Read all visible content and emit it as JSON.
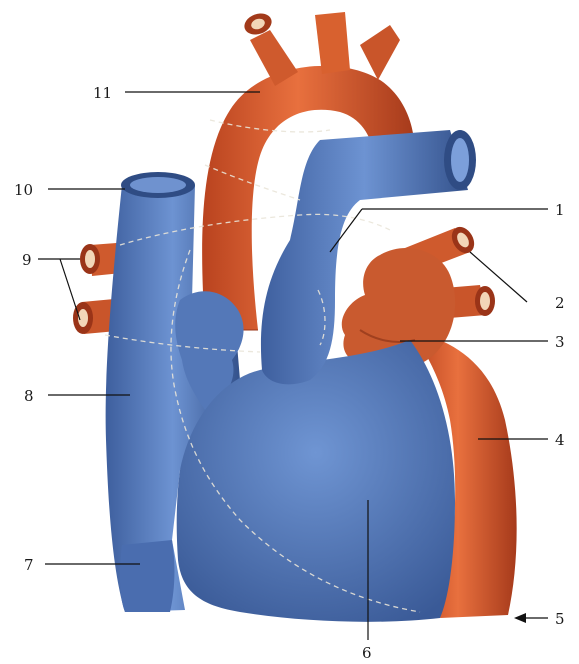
{
  "diagram": {
    "subject": "anterior view of the human heart",
    "labels": {
      "l1": "1",
      "l2": "2",
      "l3": "3",
      "l4": "4",
      "l5": "5",
      "l6": "6",
      "l7": "7",
      "l8": "8",
      "l9": "9",
      "l10": "10",
      "l11": "11"
    },
    "colors": {
      "artery_red": "#d9542a",
      "artery_dark": "#a83a1c",
      "vein_blue": "#5a7fc0",
      "vein_dark": "#35548f",
      "lumen": "#f2d6b8"
    }
  }
}
